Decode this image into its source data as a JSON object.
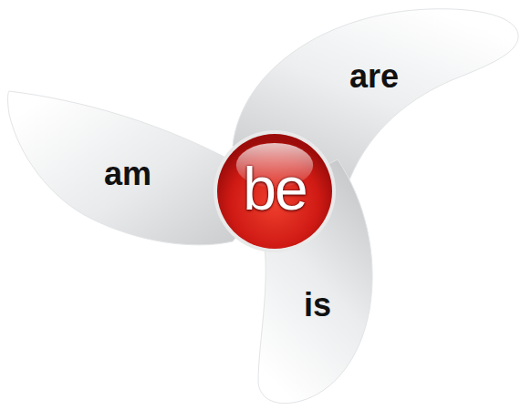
{
  "diagram": {
    "nodes": [
      {
        "text": [
          "are"
        ]
      },
      {
        "text": [
          "am"
        ]
      },
      {
        "text": [
          "be"
        ]
      },
      {
        "text": [
          "is"
        ]
      }
    ]
  }
}
